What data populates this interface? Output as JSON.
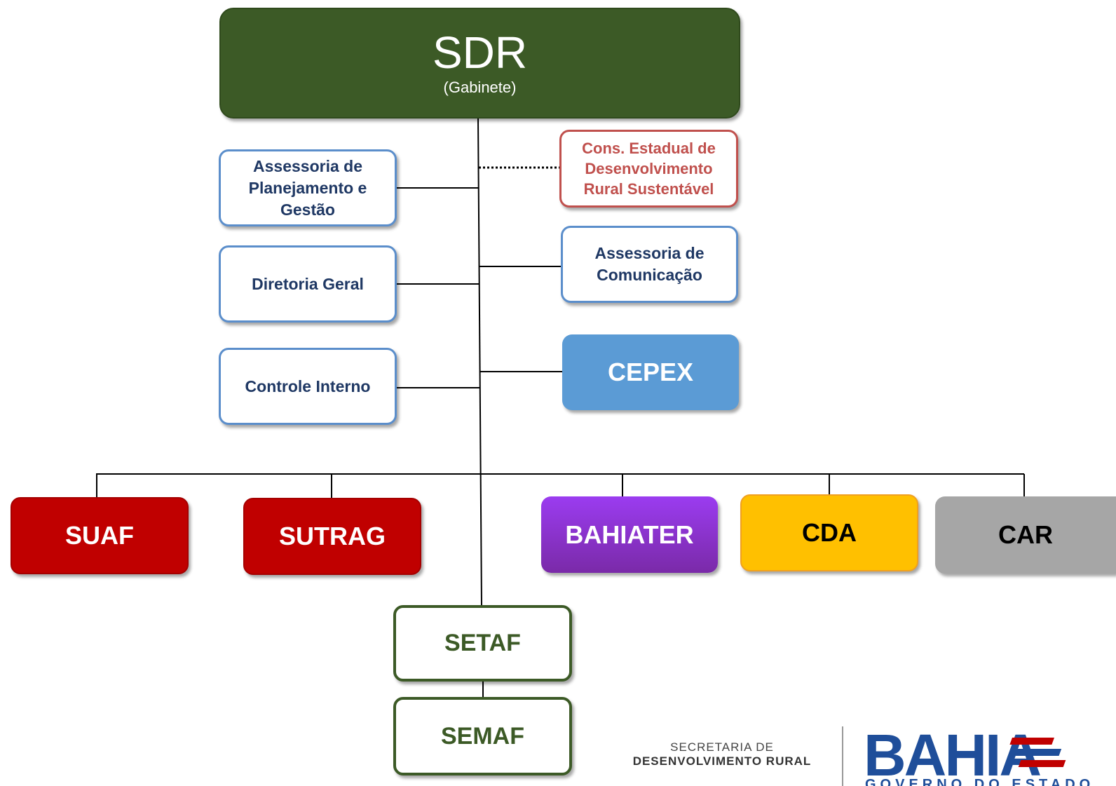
{
  "nodes": {
    "sdr": {
      "title": "SDR",
      "subtitle": "(Gabinete)"
    },
    "planejamento": {
      "line1": "Assessoria de",
      "line2": "Planejamento e",
      "line3": "Gestão"
    },
    "diretoria": {
      "label": "Diretoria Geral"
    },
    "controle": {
      "label": "Controle Interno"
    },
    "conselho": {
      "line1": "Cons. Estadual de",
      "line2": "Desenvolvimento",
      "line3": "Rural Sustentável"
    },
    "comunicacao": {
      "line1": "Assessoria de",
      "line2": "Comunicação"
    },
    "cepex": {
      "label": "CEPEX"
    },
    "suaf": {
      "label": "SUAF"
    },
    "sutrag": {
      "label": "SUTRAG"
    },
    "bahiater": {
      "label": "BAHIATER"
    },
    "cda": {
      "label": "CDA"
    },
    "car": {
      "label": "CAR"
    },
    "setaf": {
      "label": "SETAF"
    },
    "semaf": {
      "label": "SEMAF"
    }
  },
  "footer": {
    "line1": "SECRETARIA DE",
    "line2": "DESENVOLVIMENTO RURAL",
    "logo_text": "BAHIA",
    "logo_subtext": "GOVERNO DO ESTADO"
  },
  "colors": {
    "sdr_green": "#3c5a26",
    "assessoria_blue": "#5b8ecb",
    "assessoria_text": "#1f3864",
    "conselho_red": "#c0504d",
    "cepex_blue": "#5b9bd5",
    "suaf_red": "#c00000",
    "bahiater_purple": "#8e34d6",
    "cda_yellow": "#ffc000",
    "car_gray": "#a6a6a6",
    "logo_blue": "#1f4e9a"
  }
}
